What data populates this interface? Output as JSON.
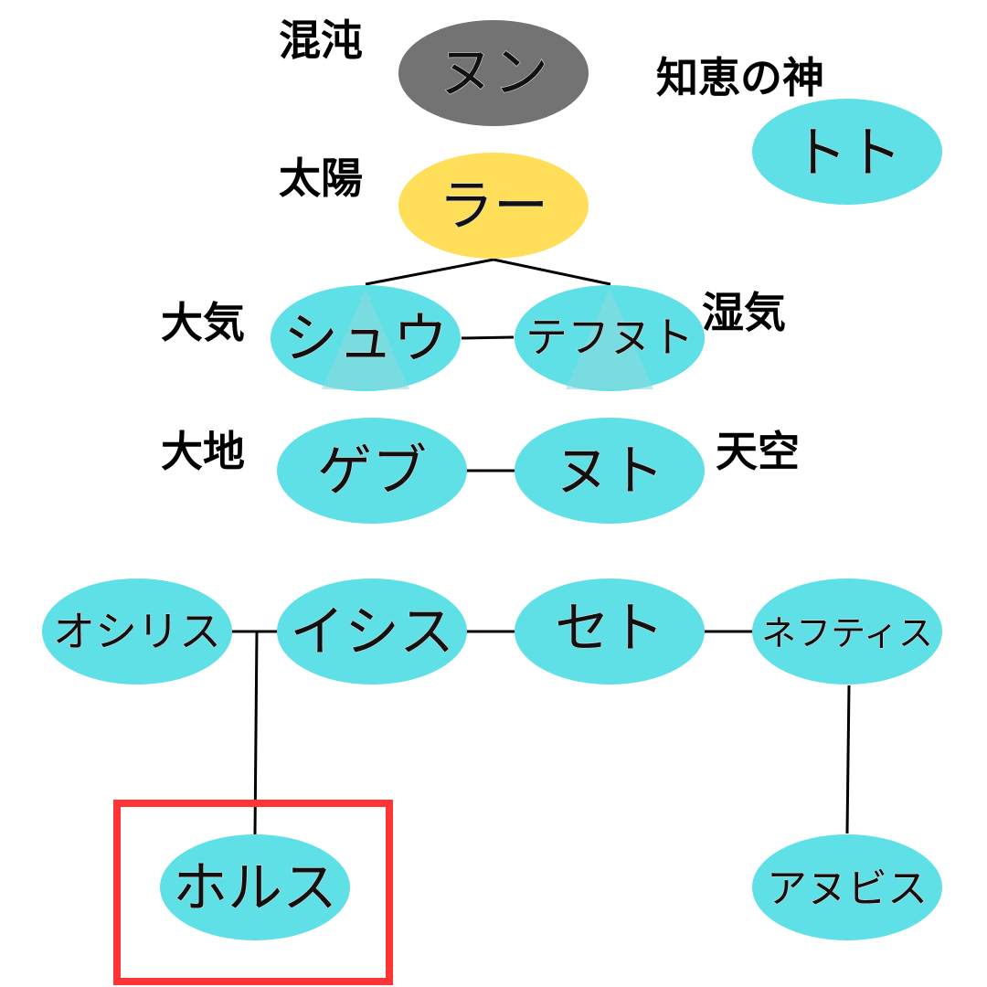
{
  "colors": {
    "deity_default": "#5ee0e6",
    "chaos": "#737373",
    "sun": "#ffde5a",
    "highlight_border": "#ff3535"
  },
  "deities": {
    "nun": {
      "name": "ヌン",
      "role": "混沌",
      "color": "#737373"
    },
    "thoth": {
      "name": "トト",
      "role": "知恵の神",
      "color": "#5ee0e6"
    },
    "ra": {
      "name": "ラー",
      "role": "太陽",
      "color": "#ffde5a"
    },
    "shu": {
      "name": "シュウ",
      "role": "大気",
      "color": "#5ee0e6"
    },
    "tefnut": {
      "name": "テフヌト",
      "role": "湿気",
      "color": "#5ee0e6"
    },
    "geb": {
      "name": "ゲブ",
      "role": "大地",
      "color": "#5ee0e6"
    },
    "nut": {
      "name": "ヌト",
      "role": "天空",
      "color": "#5ee0e6"
    },
    "osiris": {
      "name": "オシリス",
      "color": "#5ee0e6"
    },
    "isis": {
      "name": "イシス",
      "color": "#5ee0e6"
    },
    "set": {
      "name": "セト",
      "color": "#5ee0e6"
    },
    "nephthys": {
      "name": "ネフティス",
      "color": "#5ee0e6"
    },
    "horus": {
      "name": "ホルス",
      "color": "#5ee0e6",
      "highlighted": true
    },
    "anubis": {
      "name": "アヌビス",
      "color": "#5ee0e6"
    }
  },
  "relations": [
    {
      "type": "parent",
      "from": "ra",
      "to": [
        "shu",
        "tefnut"
      ]
    },
    {
      "type": "couple",
      "a": "shu",
      "b": "tefnut"
    },
    {
      "type": "couple",
      "a": "geb",
      "b": "nut"
    },
    {
      "type": "couple",
      "a": "osiris",
      "b": "isis"
    },
    {
      "type": "couple",
      "a": "isis",
      "b": "set"
    },
    {
      "type": "couple",
      "a": "set",
      "b": "nephthys"
    },
    {
      "type": "parent",
      "from": "osiris-isis",
      "to": [
        "horus"
      ]
    },
    {
      "type": "parent",
      "from": "nephthys",
      "to": [
        "anubis"
      ]
    }
  ]
}
